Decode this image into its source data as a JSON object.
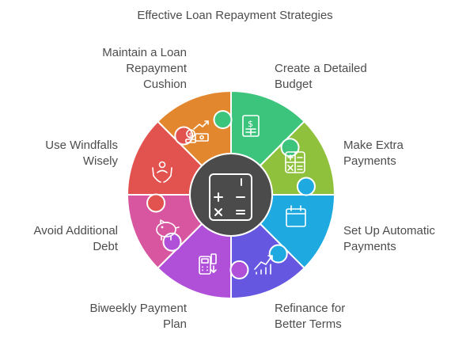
{
  "title": "Effective Loan Repayment Strategies",
  "strategies": [
    {
      "label": "Create a Detailed\nBudget",
      "color": "#3cc47c",
      "icon": "budget-document-icon"
    },
    {
      "label": "Make Extra\nPayments",
      "color": "#8fc13c",
      "icon": "calculator-icon"
    },
    {
      "label": "Set Up Automatic\nPayments",
      "color": "#1ea9e1",
      "icon": "calendar-icon"
    },
    {
      "label": "Refinance for\nBetter Terms",
      "color": "#6657e0",
      "icon": "trending-chart-icon"
    },
    {
      "label": "Biweekly Payment\nPlan",
      "color": "#b04fd7",
      "icon": "payment-terminal-icon"
    },
    {
      "label": "Avoid Additional\nDebt",
      "color": "#d8569f",
      "icon": "piggy-bank-icon"
    },
    {
      "label": "Use Windfalls\nWisely",
      "color": "#e2524e",
      "icon": "hands-person-icon"
    },
    {
      "label": "Maintain a Loan\nRepayment\nCushion",
      "color": "#e3872e",
      "icon": "money-growth-icon"
    }
  ],
  "center": {
    "color": "#4b4b4b",
    "icon": "calculator-center-icon"
  }
}
